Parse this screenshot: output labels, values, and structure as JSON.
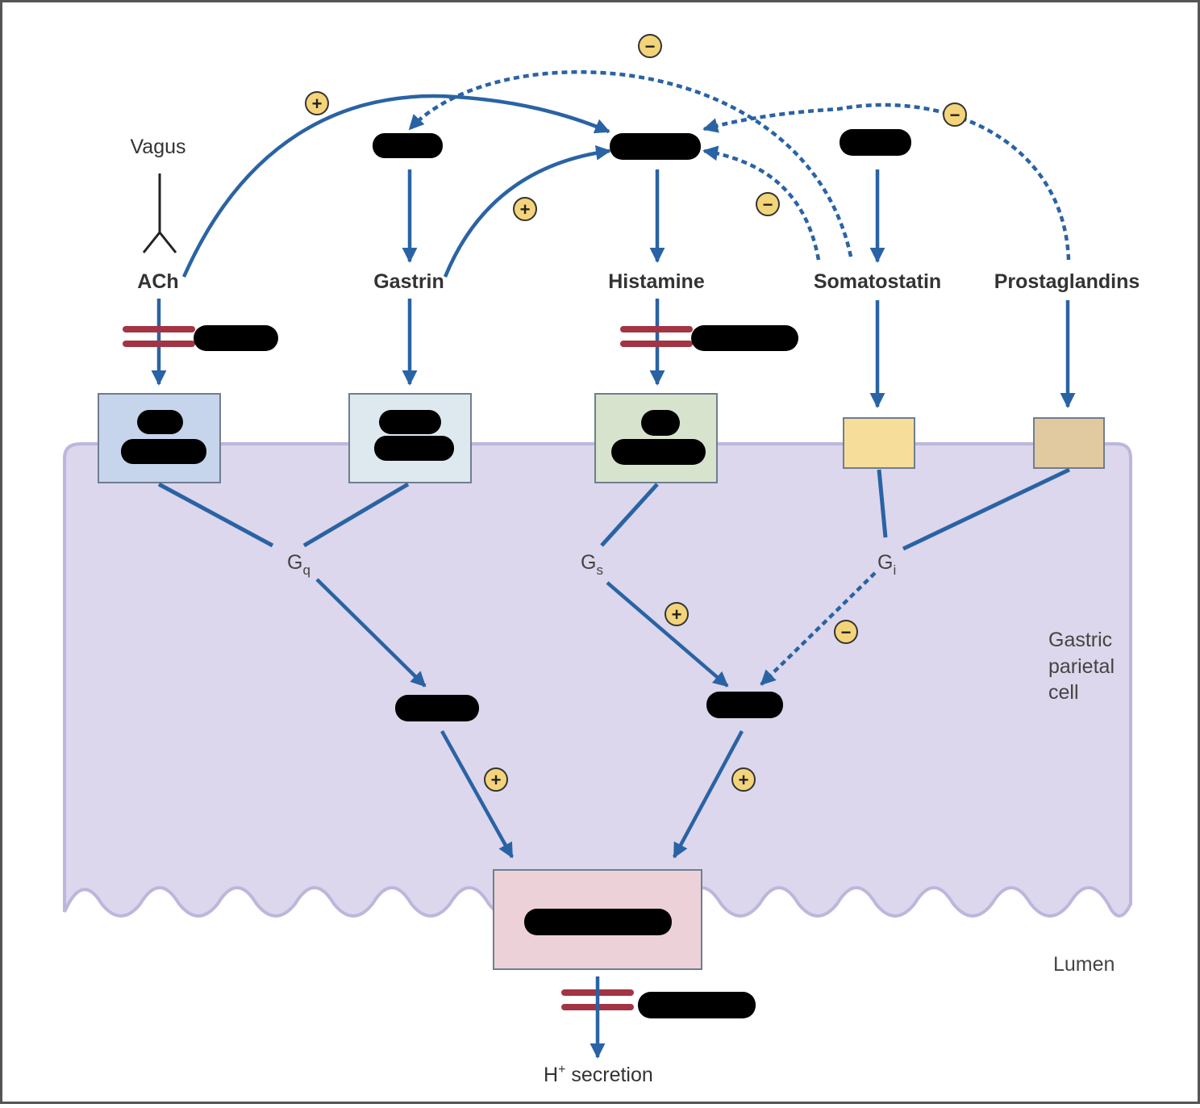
{
  "labels": {
    "vagus": "Vagus",
    "ach": "ACh",
    "gastrin": "Gastrin",
    "histamine": "Histamine",
    "somatostatin": "Somatostatin",
    "prostaglandins": "Prostaglandins",
    "gq_main": "G",
    "gq_sub": "q",
    "gs_main": "G",
    "gs_sub": "s",
    "gi_main": "G",
    "gi_sub": "i",
    "cell_line1": "Gastric",
    "cell_line2": "parietal",
    "cell_line3": "cell",
    "lumen": "Lumen",
    "secretion_main": "H",
    "secretion_sup": "+",
    "secretion_tail": " secretion"
  },
  "signs": {
    "plus": "+",
    "minus": "−"
  },
  "colors": {
    "arrow": "#2a63a4",
    "cell_fill": "#dcd7ec",
    "cell_edge": "#bdb6dc",
    "blocker": "#a33444",
    "redaction": "#000000",
    "sign_fill": "#f4d47a",
    "sign_stroke": "#333333",
    "receptor_ach": "#c6d5ec",
    "receptor_gastrin": "#dde9ee",
    "receptor_histamine": "#d7e3cd",
    "receptor_somatostatin": "#f6dd9a",
    "receptor_prostaglandins": "#e2caa0",
    "pump": "#ecd2d8"
  }
}
